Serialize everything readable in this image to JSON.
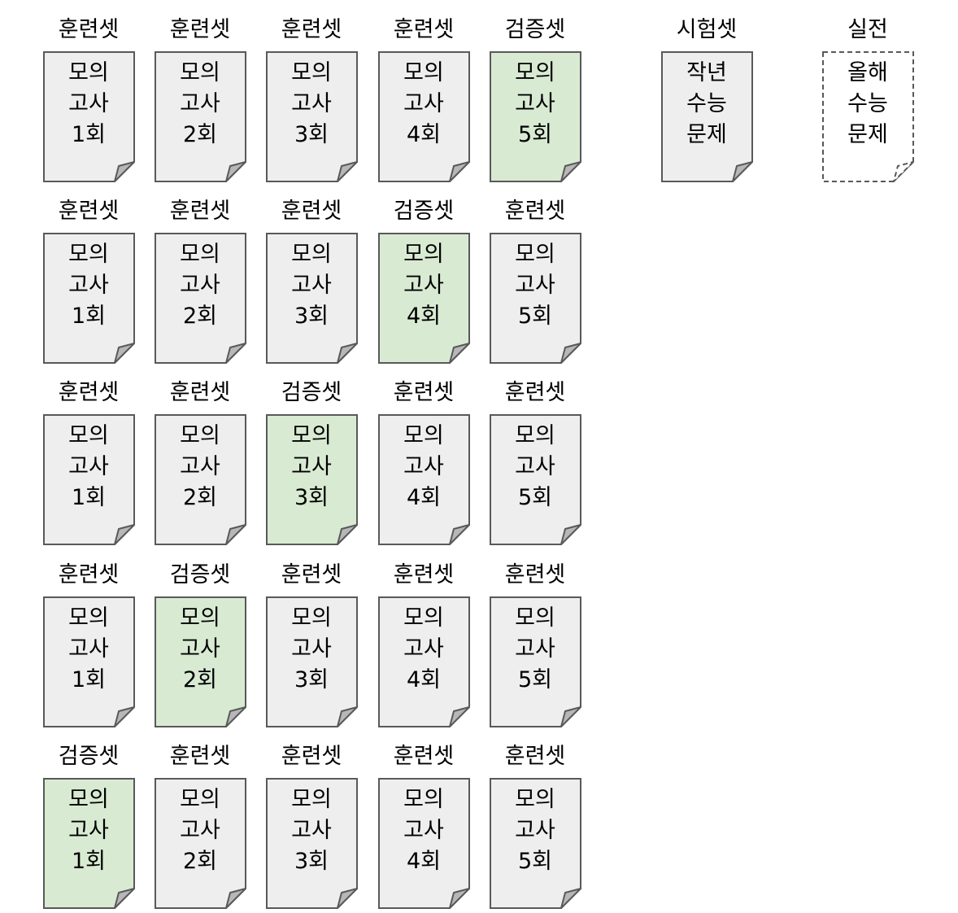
{
  "grid_rows": [
    {
      "cells": [
        {
          "header": "훈련셋",
          "lines": [
            "모의",
            "고사",
            "1회"
          ],
          "kind": "train"
        },
        {
          "header": "훈련셋",
          "lines": [
            "모의",
            "고사",
            "2회"
          ],
          "kind": "train"
        },
        {
          "header": "훈련셋",
          "lines": [
            "모의",
            "고사",
            "3회"
          ],
          "kind": "train"
        },
        {
          "header": "훈련셋",
          "lines": [
            "모의",
            "고사",
            "4회"
          ],
          "kind": "train"
        },
        {
          "header": "검증셋",
          "lines": [
            "모의",
            "고사",
            "5회"
          ],
          "kind": "val"
        }
      ]
    },
    {
      "cells": [
        {
          "header": "훈련셋",
          "lines": [
            "모의",
            "고사",
            "1회"
          ],
          "kind": "train"
        },
        {
          "header": "훈련셋",
          "lines": [
            "모의",
            "고사",
            "2회"
          ],
          "kind": "train"
        },
        {
          "header": "훈련셋",
          "lines": [
            "모의",
            "고사",
            "3회"
          ],
          "kind": "train"
        },
        {
          "header": "검증셋",
          "lines": [
            "모의",
            "고사",
            "4회"
          ],
          "kind": "val"
        },
        {
          "header": "훈련셋",
          "lines": [
            "모의",
            "고사",
            "5회"
          ],
          "kind": "train"
        }
      ]
    },
    {
      "cells": [
        {
          "header": "훈련셋",
          "lines": [
            "모의",
            "고사",
            "1회"
          ],
          "kind": "train"
        },
        {
          "header": "훈련셋",
          "lines": [
            "모의",
            "고사",
            "2회"
          ],
          "kind": "train"
        },
        {
          "header": "검증셋",
          "lines": [
            "모의",
            "고사",
            "3회"
          ],
          "kind": "val"
        },
        {
          "header": "훈련셋",
          "lines": [
            "모의",
            "고사",
            "4회"
          ],
          "kind": "train"
        },
        {
          "header": "훈련셋",
          "lines": [
            "모의",
            "고사",
            "5회"
          ],
          "kind": "train"
        }
      ]
    },
    {
      "cells": [
        {
          "header": "훈련셋",
          "lines": [
            "모의",
            "고사",
            "1회"
          ],
          "kind": "train"
        },
        {
          "header": "검증셋",
          "lines": [
            "모의",
            "고사",
            "2회"
          ],
          "kind": "val"
        },
        {
          "header": "훈련셋",
          "lines": [
            "모의",
            "고사",
            "3회"
          ],
          "kind": "train"
        },
        {
          "header": "훈련셋",
          "lines": [
            "모의",
            "고사",
            "4회"
          ],
          "kind": "train"
        },
        {
          "header": "훈련셋",
          "lines": [
            "모의",
            "고사",
            "5회"
          ],
          "kind": "train"
        }
      ]
    },
    {
      "cells": [
        {
          "header": "검증셋",
          "lines": [
            "모의",
            "고사",
            "1회"
          ],
          "kind": "val"
        },
        {
          "header": "훈련셋",
          "lines": [
            "모의",
            "고사",
            "2회"
          ],
          "kind": "train"
        },
        {
          "header": "훈련셋",
          "lines": [
            "모의",
            "고사",
            "3회"
          ],
          "kind": "train"
        },
        {
          "header": "훈련셋",
          "lines": [
            "모의",
            "고사",
            "4회"
          ],
          "kind": "train"
        },
        {
          "header": "훈련셋",
          "lines": [
            "모의",
            "고사",
            "5회"
          ],
          "kind": "train"
        }
      ]
    }
  ],
  "test_doc": {
    "header": "시험셋",
    "lines": [
      "작년",
      "수능",
      "문제"
    ],
    "kind": "test"
  },
  "real_doc": {
    "header": "실전",
    "lines": [
      "올해",
      "수능",
      "문제"
    ],
    "kind": "real"
  },
  "colors": {
    "train_fill": "#eeeeee",
    "val_fill": "#d9ead3",
    "test_fill": "#eeeeee",
    "real_fill": "#ffffff",
    "fold_fill": "#b7b7b7",
    "stroke": "#595959"
  }
}
